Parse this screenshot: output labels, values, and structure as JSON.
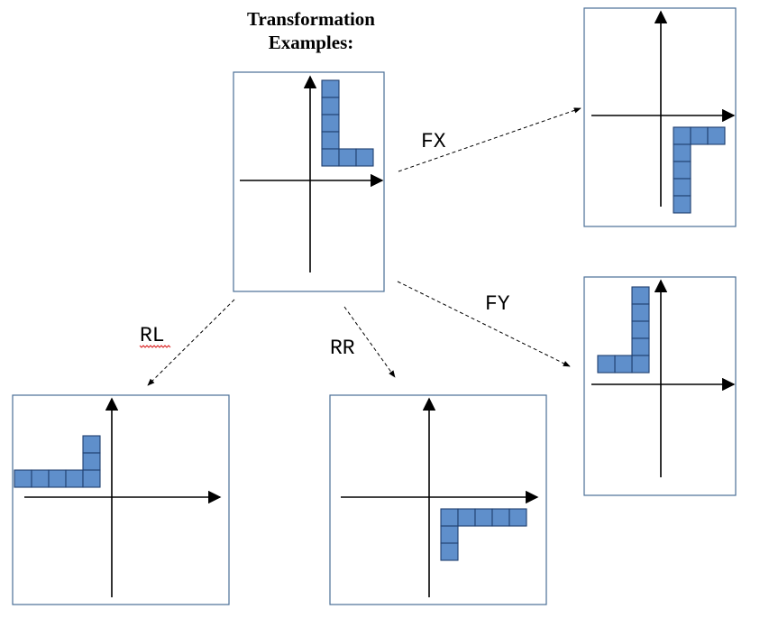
{
  "title": {
    "line1": "Transformation",
    "line2": "Examples:"
  },
  "operations": {
    "fx": "FX",
    "fy": "FY",
    "rl": "RL",
    "rr": "RR"
  },
  "shape": {
    "description_cells": 7,
    "fill_color": "#5f8fcb",
    "stroke_color": "#1f3f6f"
  },
  "colors": {
    "panel_border": "#4a6f96",
    "axis": "#000000",
    "arrow": "#000000",
    "spellcheck_underline": "#d81b1b"
  },
  "panels": [
    {
      "id": "original",
      "shape": "L-shape upright, vertical bar above, foot extending right"
    },
    {
      "id": "flip-x",
      "operation": "FX",
      "shape": "L-shape mirrored across x-axis"
    },
    {
      "id": "flip-y",
      "operation": "FY",
      "shape": "L-shape mirrored across y-axis"
    },
    {
      "id": "rotate-left",
      "operation": "RL",
      "shape": "L-shape rotated left"
    },
    {
      "id": "rotate-right",
      "operation": "RR",
      "shape": "L-shape rotated right"
    }
  ]
}
